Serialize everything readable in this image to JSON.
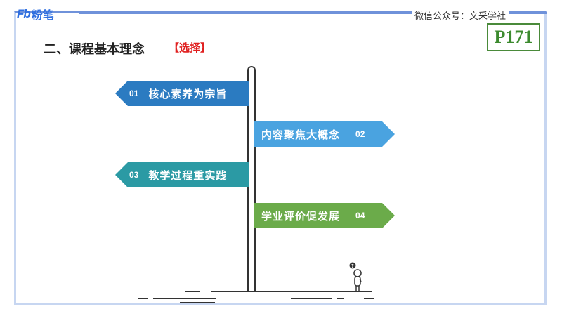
{
  "brand": {
    "logo_mark": "Fb",
    "name": "粉笔"
  },
  "header": {
    "wechat": "微信公众号：文采学社",
    "page_number": "P171"
  },
  "section": {
    "title": "二、课程基本理念",
    "tag": "【选择】"
  },
  "signs": [
    {
      "num": "01",
      "label": "核心素养为宗旨"
    },
    {
      "num": "02",
      "label": "内容聚焦大概念"
    },
    {
      "num": "03",
      "label": "教学过程重实践"
    },
    {
      "num": "04",
      "label": "学业评价促发展"
    }
  ],
  "figure": {
    "symbol": "?"
  },
  "colors": {
    "sign1": "#2b7bc1",
    "sign2": "#4aa3e0",
    "sign3": "#2b9aa4",
    "sign4": "#6bab4a",
    "accent": "#6f92da",
    "tag": "#e02020",
    "badge": "#3c8a2e"
  },
  "icons": [
    "signpost-pole",
    "thinking-figure-icon"
  ]
}
